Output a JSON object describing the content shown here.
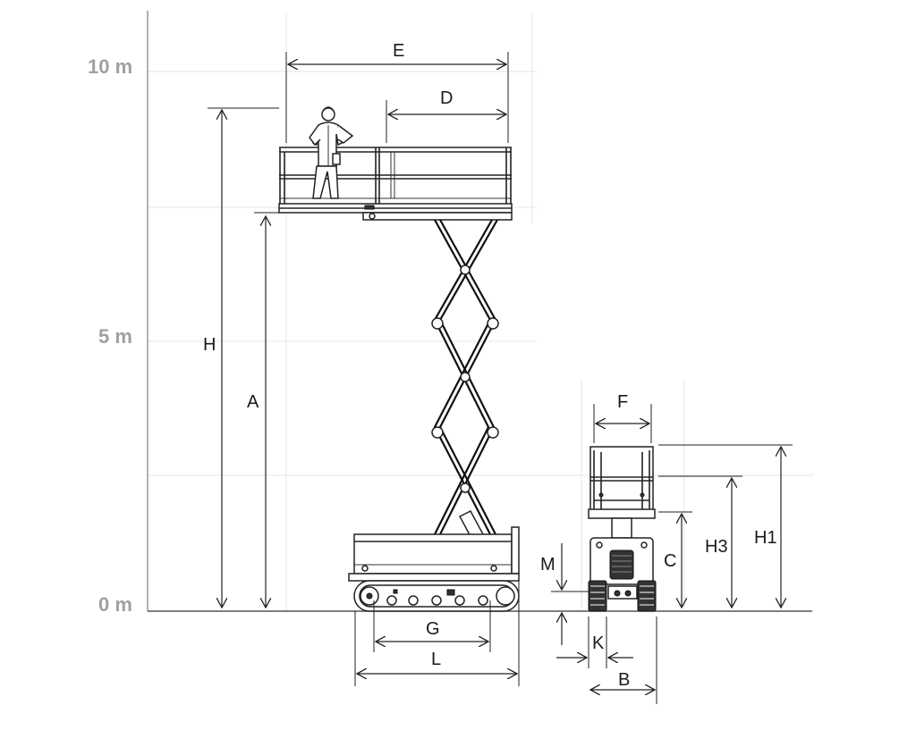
{
  "scale": {
    "marks": [
      {
        "label": "10 m"
      },
      {
        "label": "5 m"
      },
      {
        "label": "0 m"
      }
    ]
  },
  "dimensions": {
    "A": "A",
    "B": "B",
    "C": "C",
    "D": "D",
    "E": "E",
    "F": "F",
    "G": "G",
    "H": "H",
    "H1": "H1",
    "H3": "H3",
    "K": "K",
    "L": "L",
    "M": "M"
  }
}
